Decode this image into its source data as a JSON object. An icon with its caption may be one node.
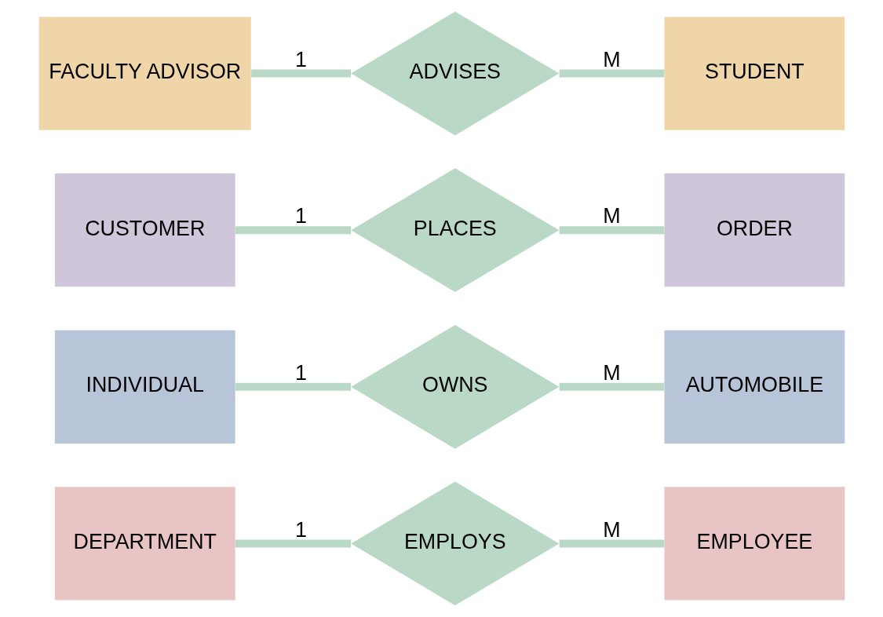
{
  "diagram": {
    "nodes": [
      {
        "text": [
          "DEPARTMENT"
        ]
      },
      {
        "text": [
          "EMPLOYS"
        ]
      },
      {
        "text": [
          "EMPLOYEE"
        ]
      },
      {
        "text": [
          "INDIVIDUAL"
        ]
      },
      {
        "text": [
          "OWNS"
        ]
      },
      {
        "text": [
          "AUTOMOBILE"
        ]
      },
      {
        "text": [
          "CUSTOMER"
        ]
      },
      {
        "text": [
          "PLACES"
        ]
      },
      {
        "text": [
          "ORDER"
        ]
      },
      {
        "text": [
          "FACULTY ADVISOR"
        ]
      },
      {
        "text": [
          "ADVISES"
        ]
      },
      {
        "text": [
          "STUDENT"
        ]
      }
    ],
    "edges": [
      {
        "from": 0,
        "to": 1,
        "arrow": "none",
        "label": "1"
      },
      {
        "from": 1,
        "to": 2,
        "arrow": "none",
        "label": "M"
      },
      {
        "from": 3,
        "to": 4,
        "arrow": "none",
        "label": "1"
      },
      {
        "from": 4,
        "to": 5,
        "arrow": "none",
        "label": "M"
      },
      {
        "from": 6,
        "to": 7,
        "arrow": "none",
        "label": "1"
      },
      {
        "from": 7,
        "to": 8,
        "arrow": "none",
        "label": "M"
      },
      {
        "from": 9,
        "to": 10,
        "arrow": "none",
        "label": "1"
      },
      {
        "from": 10,
        "to": 11,
        "arrow": "none",
        "label": "M"
      }
    ]
  }
}
